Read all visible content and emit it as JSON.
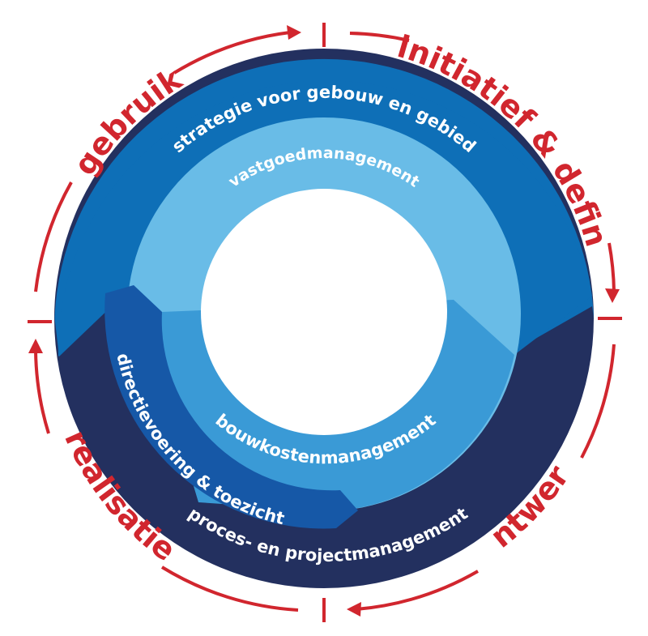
{
  "colors": {
    "cycle_red": "#d1262e",
    "outer_blue": "#0e6fb7",
    "outer_navy": "#23305f",
    "inner_light_blue": "#69bce7",
    "inner_mid_blue": "#3a9ad6",
    "directie_blue": "#1658a7",
    "center": "#ffffff"
  },
  "phases": {
    "initiatief": "initiatief & definitie",
    "ontwerp": "ontwerp",
    "realisatie": "realisatie",
    "gebruik": "gebruik"
  },
  "rings": {
    "strategie": "strategie voor gebouw en gebied",
    "proces": "proces- en projectmanagement",
    "vastgoed": "vastgoedmanagement",
    "bouwkosten": "bouwkostenmanagement",
    "directie": "directievoering & toezicht"
  }
}
